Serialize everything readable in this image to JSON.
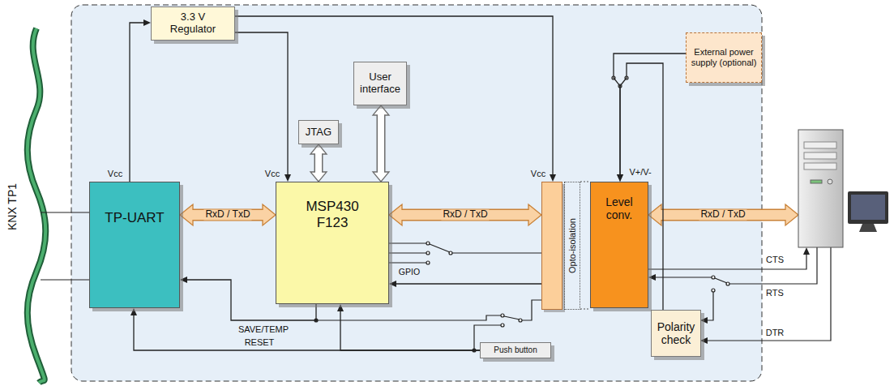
{
  "diagram": {
    "nodes": [
      {
        "text": [
          "3.3 V Regulator"
        ]
      },
      {
        "text": [
          "User interface"
        ]
      },
      {
        "text": [
          "JTAG"
        ]
      },
      {
        "text": [
          "TP-UART"
        ]
      },
      {
        "text": [
          "MSP430 F123"
        ]
      },
      {
        "text": [
          "Opto-isolation"
        ]
      },
      {
        "text": [
          "Level conv."
        ]
      },
      {
        "text": [
          "External power supply (optional)"
        ]
      },
      {
        "text": [
          "Polarity check"
        ]
      },
      {
        "text": [
          "Push button"
        ]
      }
    ],
    "edges": [
      {
        "from": 3,
        "to": 0,
        "arrow": "to"
      },
      {
        "from": 0,
        "to": 4,
        "arrow": "to"
      },
      {
        "from": 0,
        "to": 5,
        "arrow": "to"
      },
      {
        "from": 2,
        "to": 4,
        "arrow": "both"
      },
      {
        "from": 1,
        "to": 4,
        "arrow": "both"
      },
      {
        "from": 3,
        "to": 4,
        "arrow": "both",
        "label": "RxD / TxD"
      },
      {
        "from": 4,
        "to": 5,
        "arrow": "both",
        "label": "RxD / TxD"
      },
      {
        "from": 5,
        "to": 4,
        "arrow": "to"
      },
      {
        "from": 4,
        "to": 3,
        "arrow": "to"
      },
      {
        "from": 9,
        "to": 3,
        "arrow": "to"
      },
      {
        "from": 9,
        "to": 4,
        "arrow": "to"
      },
      {
        "from": 7,
        "to": 6,
        "arrow": "to"
      },
      {
        "from": 8,
        "to": 6,
        "arrow": "to"
      }
    ],
    "labels": [
      "KNX TP1",
      "Vcc",
      "Vcc",
      "Vcc",
      "V+/V-",
      "GPIO",
      "SAVE/TEMP",
      "RESET",
      "RxD / TxD",
      "CTS",
      "RTS",
      "DTR"
    ]
  }
}
